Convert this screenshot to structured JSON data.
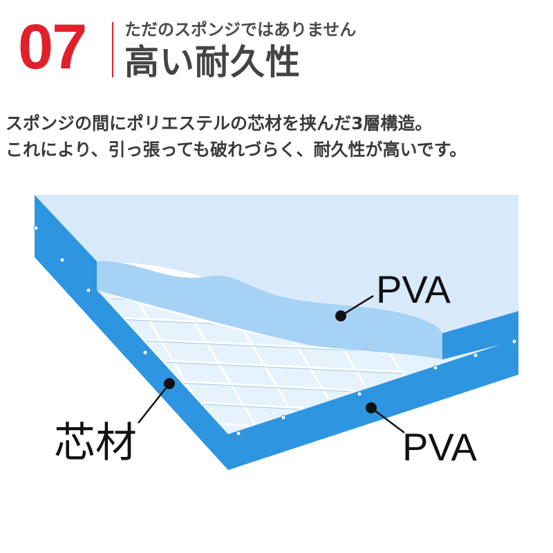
{
  "header": {
    "number": "07",
    "subtitle": "ただのスポンジではありません",
    "title": "高い耐久性"
  },
  "description": {
    "line1": "スポンジの間にポリエステルの芯材を挟んだ3層構造。",
    "line2": "これにより、引っ張っても破れづらく、耐久性が高いです。"
  },
  "diagram": {
    "label_top_pva": "PVA",
    "label_bottom_pva": "PVA",
    "label_core": "芯材",
    "colors": {
      "top_face": "#d8eafa",
      "edge": "#2e95e0",
      "edge_light": "#5db0ec",
      "wave_layer": "#a6d2f5",
      "mesh_base": "#e6f2fc",
      "mesh_lines": "#ffffff"
    }
  }
}
